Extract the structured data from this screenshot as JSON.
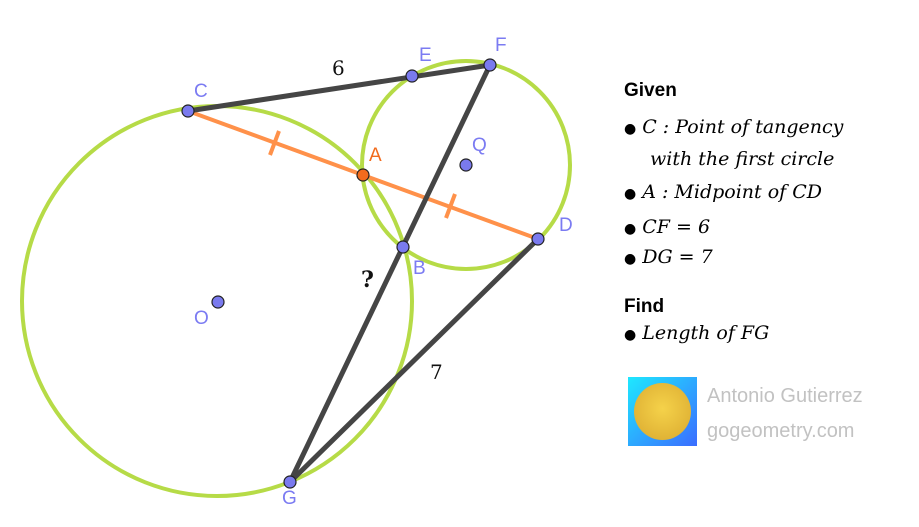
{
  "diagram": {
    "points": {
      "C": "C",
      "E": "E",
      "F": "F",
      "A": "A",
      "Q": "Q",
      "D": "D",
      "B": "B",
      "O": "O",
      "G": "G"
    },
    "segment_labels": {
      "CF": "6",
      "FG": "?",
      "DG": "7"
    },
    "colors": {
      "circle": "#b6db47",
      "segment": "#454545",
      "chord": "#ff914a",
      "point": "#7a7aee",
      "midpoint": "#f26b1d",
      "label": "#7b7bf2",
      "label_A": "#f26b1d"
    }
  },
  "panel": {
    "given_title": "Given",
    "given": [
      "C : Point of tangency",
      "with the first circle",
      "A :  Midpoint of CD",
      "CF = 6",
      "DG = 7"
    ],
    "find_title": "Find",
    "find": [
      "Length of FG"
    ]
  },
  "credit": {
    "author": "Antonio Gutierrez",
    "site": "gogeometry.com"
  }
}
